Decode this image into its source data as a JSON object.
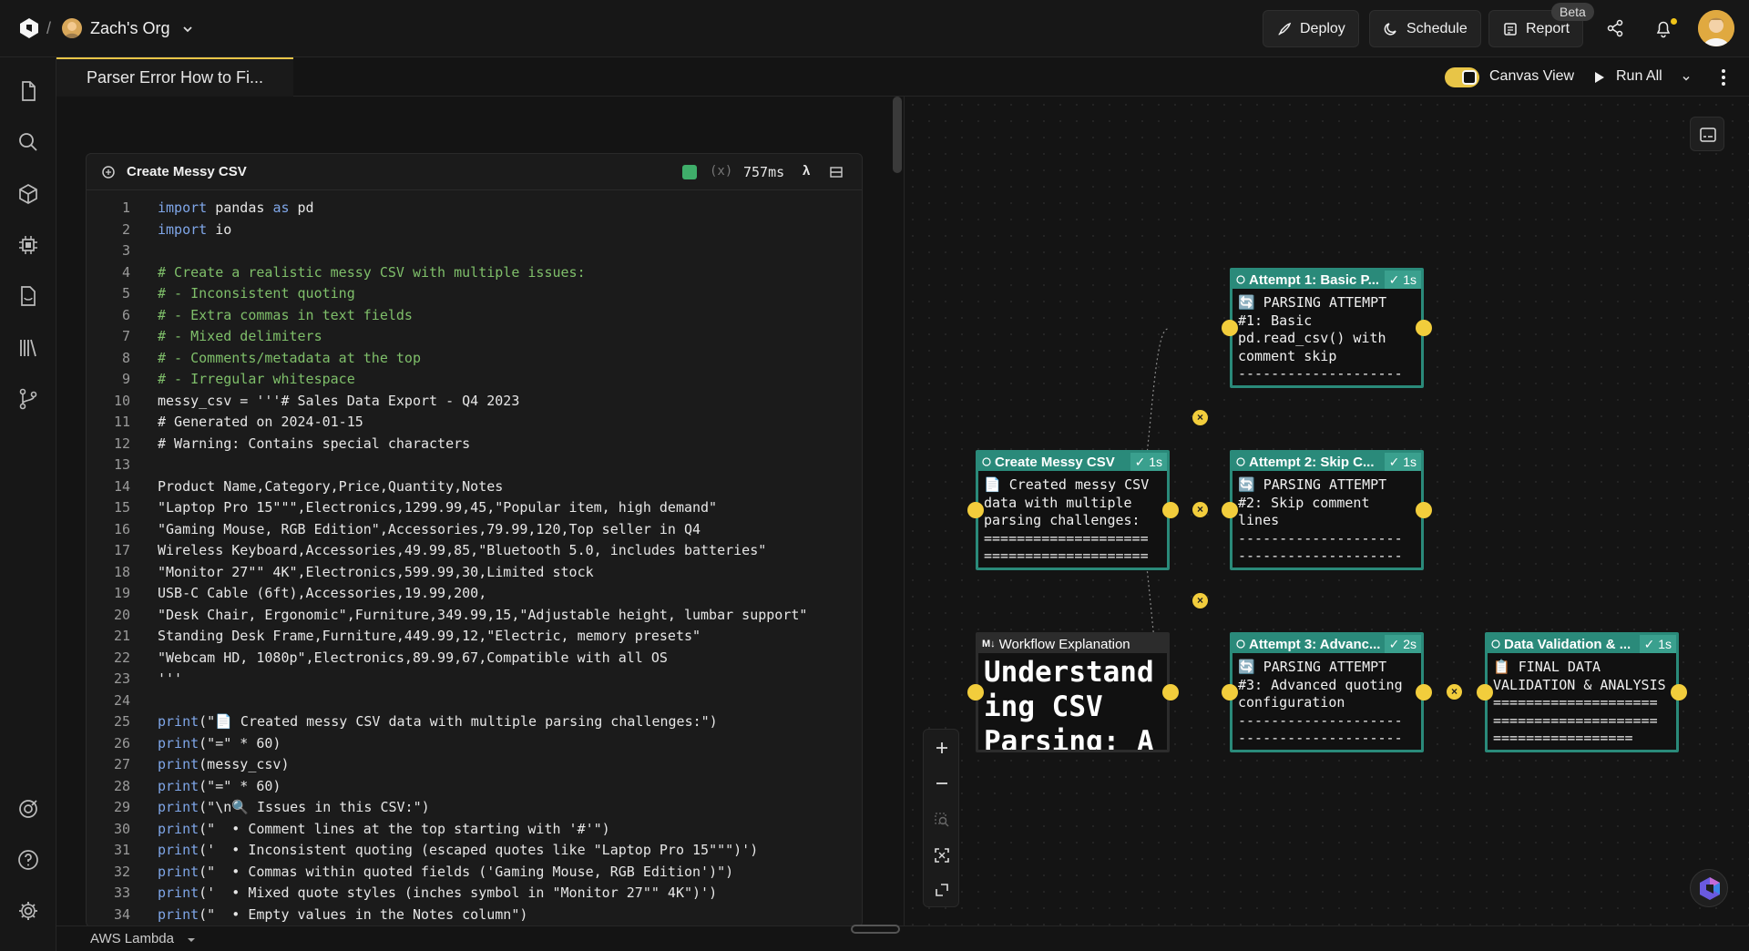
{
  "header": {
    "org_name": "Zach's Org",
    "buttons": {
      "deploy": "Deploy",
      "schedule": "Schedule",
      "report": "Report"
    },
    "beta_badge": "Beta"
  },
  "tab": {
    "title": "Parser Error How to Fi..."
  },
  "toolbar": {
    "canvas_view_label": "Canvas View",
    "canvas_view_on": true,
    "run_all_label": "Run All"
  },
  "cell": {
    "title": "Create Messy CSV",
    "vars_label": "(x)",
    "duration": "757ms",
    "lambda": "λ",
    "status_color": "#3fae6a",
    "lines": [
      {
        "n": "1",
        "t": "import pandas as pd",
        "k": "code"
      },
      {
        "n": "2",
        "t": "import io",
        "k": "code"
      },
      {
        "n": "3",
        "t": "",
        "k": "code"
      },
      {
        "n": "4",
        "t": "# Create a realistic messy CSV with multiple issues:",
        "k": "comment"
      },
      {
        "n": "5",
        "t": "# - Inconsistent quoting",
        "k": "comment"
      },
      {
        "n": "6",
        "t": "# - Extra commas in text fields",
        "k": "comment"
      },
      {
        "n": "7",
        "t": "# - Mixed delimiters",
        "k": "comment"
      },
      {
        "n": "8",
        "t": "# - Comments/metadata at the top",
        "k": "comment"
      },
      {
        "n": "9",
        "t": "# - Irregular whitespace",
        "k": "comment"
      },
      {
        "n": "10",
        "t": "messy_csv = '''# Sales Data Export - Q4 2023",
        "k": "code"
      },
      {
        "n": "11",
        "t": "# Generated on 2024-01-15",
        "k": "code"
      },
      {
        "n": "12",
        "t": "# Warning: Contains special characters",
        "k": "code"
      },
      {
        "n": "13",
        "t": "",
        "k": "code"
      },
      {
        "n": "14",
        "t": "Product Name,Category,Price,Quantity,Notes",
        "k": "code"
      },
      {
        "n": "15",
        "t": "\"Laptop Pro 15\"\"\",Electronics,1299.99,45,\"Popular item, high demand\"",
        "k": "code"
      },
      {
        "n": "16",
        "t": "\"Gaming Mouse, RGB Edition\",Accessories,79.99,120,Top seller in Q4",
        "k": "code"
      },
      {
        "n": "17",
        "t": "Wireless Keyboard,Accessories,49.99,85,\"Bluetooth 5.0, includes batteries\"",
        "k": "code"
      },
      {
        "n": "18",
        "t": "\"Monitor 27\"\" 4K\",Electronics,599.99,30,Limited stock",
        "k": "code"
      },
      {
        "n": "19",
        "t": "USB-C Cable (6ft),Accessories,19.99,200,",
        "k": "code"
      },
      {
        "n": "20",
        "t": "\"Desk Chair, Ergonomic\",Furniture,349.99,15,\"Adjustable height, lumbar support\"",
        "k": "code"
      },
      {
        "n": "21",
        "t": "Standing Desk Frame,Furniture,449.99,12,\"Electric, memory presets\"",
        "k": "code"
      },
      {
        "n": "22",
        "t": "\"Webcam HD, 1080p\",Electronics,89.99,67,Compatible with all OS",
        "k": "code"
      },
      {
        "n": "23",
        "t": "'''",
        "k": "code"
      },
      {
        "n": "24",
        "t": "",
        "k": "code"
      },
      {
        "n": "25",
        "t": "print(\"📄 Created messy CSV data with multiple parsing challenges:\")",
        "k": "print"
      },
      {
        "n": "26",
        "t": "print(\"=\" * 60)",
        "k": "print"
      },
      {
        "n": "27",
        "t": "print(messy_csv)",
        "k": "print"
      },
      {
        "n": "28",
        "t": "print(\"=\" * 60)",
        "k": "print"
      },
      {
        "n": "29",
        "t": "print(\"\\n🔍 Issues in this CSV:\")",
        "k": "print"
      },
      {
        "n": "30",
        "t": "print(\"  • Comment lines at the top starting with '#'\")",
        "k": "print"
      },
      {
        "n": "31",
        "t": "print('  • Inconsistent quoting (escaped quotes like \"Laptop Pro 15\"\"\")')",
        "k": "print"
      },
      {
        "n": "32",
        "t": "print(\"  • Commas within quoted fields ('Gaming Mouse, RGB Edition')\")",
        "k": "print"
      },
      {
        "n": "33",
        "t": "print('  • Mixed quote styles (inches symbol in \"Monitor 27\"\" 4K\")')",
        "k": "print"
      },
      {
        "n": "34",
        "t": "print(\"  • Empty values in the Notes column\")",
        "k": "print"
      }
    ]
  },
  "footer": {
    "runtime": "AWS Lambda"
  },
  "canvas": {
    "nodes": {
      "create": {
        "title": "Create Messy CSV",
        "dur": "1s",
        "body": "📄 Created messy CSV\ndata with multiple\nparsing challenges:\n====================\n===================="
      },
      "attempt1": {
        "title": "Attempt 1: Basic P...",
        "dur": "1s",
        "body": "🔄 PARSING ATTEMPT\n#1: Basic\npd.read_csv() with\ncomment skip\n--------------------"
      },
      "attempt2": {
        "title": "Attempt 2: Skip C...",
        "dur": "1s",
        "body": "🔄 PARSING ATTEMPT\n#2: Skip comment\nlines\n--------------------\n--------------------"
      },
      "attempt3": {
        "title": "Attempt 3: Advanc...",
        "dur": "2s",
        "body": "🔄 PARSING ATTEMPT\n#3: Advanced quoting\nconfiguration\n--------------------\n--------------------"
      },
      "validation": {
        "title": "Data Validation & ...",
        "dur": "1s",
        "body": "📋 FINAL DATA\nVALIDATION & ANALYSIS\n====================\n====================\n================="
      },
      "explain": {
        "title": "Workflow Explanation",
        "md_badge": "M↓",
        "body": "Understand\ning CSV\nParsing: A"
      }
    }
  },
  "colors": {
    "accent": "#e8c547",
    "node_teal": "#2a8a7a",
    "port_yellow": "#f2cd3c"
  }
}
